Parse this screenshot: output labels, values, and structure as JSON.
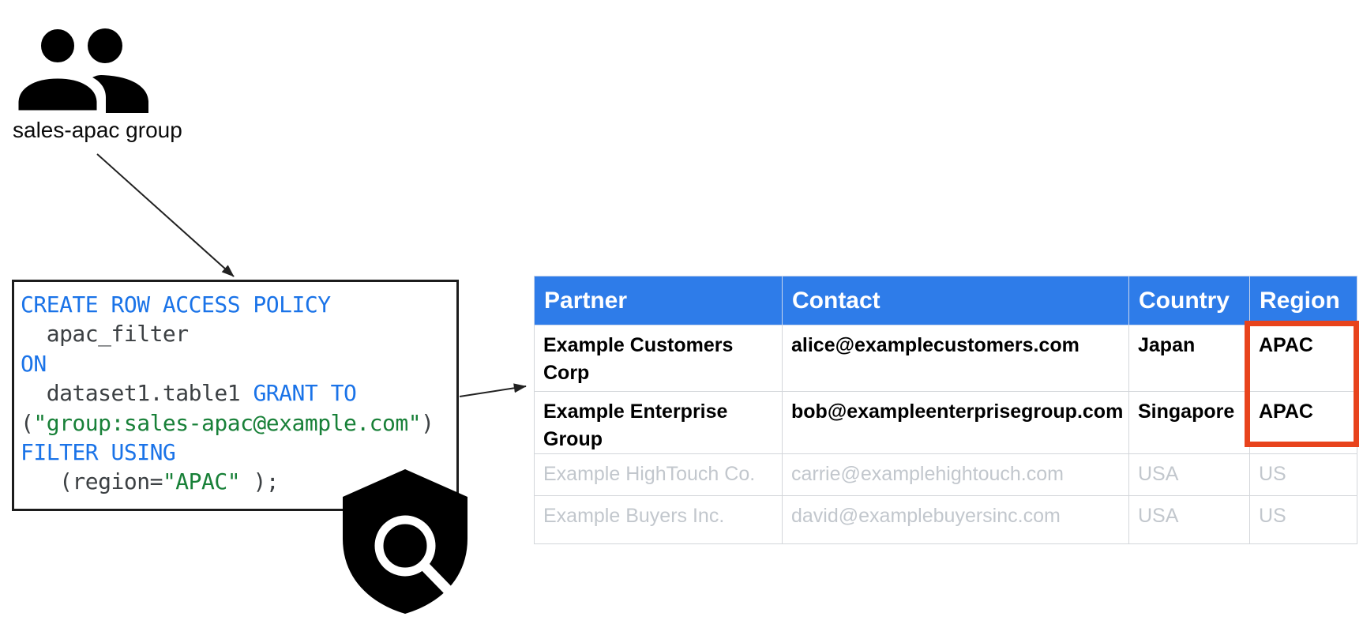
{
  "group": {
    "label": "sales-apac group",
    "icon": "people-group-icon"
  },
  "policy_code": {
    "lines": [
      {
        "segments": [
          {
            "text": "CREATE ROW ACCESS POLICY",
            "type": "keyword"
          }
        ]
      },
      {
        "segments": [
          {
            "text": "  apac_filter",
            "type": "plain"
          }
        ]
      },
      {
        "segments": [
          {
            "text": "ON",
            "type": "keyword"
          }
        ]
      },
      {
        "segments": [
          {
            "text": "  dataset1.table1 ",
            "type": "plain"
          },
          {
            "text": "GRANT TO",
            "type": "keyword"
          }
        ]
      },
      {
        "segments": [
          {
            "text": "(",
            "type": "plain"
          },
          {
            "text": "\"group:sales-apac@example.com\"",
            "type": "string"
          },
          {
            "text": ")",
            "type": "plain"
          }
        ]
      },
      {
        "segments": [
          {
            "text": "FILTER USING",
            "type": "keyword"
          }
        ]
      },
      {
        "segments": [
          {
            "text": "   (region=",
            "type": "plain"
          },
          {
            "text": "\"APAC\"",
            "type": "string"
          },
          {
            "text": " );",
            "type": "plain"
          }
        ]
      }
    ],
    "icon": "shield-search-icon"
  },
  "table": {
    "headers": [
      "Partner",
      "Contact",
      "Country",
      "Region"
    ],
    "rows": [
      {
        "partner": "Example Customers Corp",
        "contact": "alice@examplecustomers.com",
        "country": "Japan",
        "region": "APAC",
        "state": "granted"
      },
      {
        "partner": "Example Enterprise Group",
        "contact": "bob@exampleenterprisegroup.com",
        "country": "Singapore",
        "region": "APAC",
        "state": "granted"
      },
      {
        "partner": "Example HighTouch Co.",
        "contact": "carrie@examplehightouch.com",
        "country": "USA",
        "region": "US",
        "state": "filtered"
      },
      {
        "partner": "Example Buyers Inc.",
        "contact": "david@examplebuyersinc.com",
        "country": "USA",
        "region": "US",
        "state": "filtered"
      }
    ]
  },
  "colors": {
    "header_blue": "#2E7CE9",
    "keyword_blue": "#1A73E8",
    "string_green": "#188038",
    "code_plain": "#3C4043",
    "filtered_gray": "#C2C7CD",
    "highlight_red": "#E8431C",
    "icon_black": "#000000"
  }
}
